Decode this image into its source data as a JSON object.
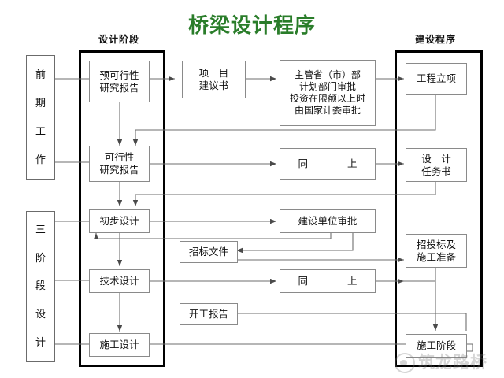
{
  "title": "桥梁设计程序",
  "columns": {
    "design_stage_header": "设计阶段",
    "construction_program_header": "建设程序"
  },
  "stage_labels": [
    {
      "name": "前期工作",
      "chars": [
        "前",
        "期",
        "工",
        "作"
      ]
    },
    {
      "name": "三阶段设计",
      "chars": [
        "三",
        "阶",
        "段",
        "设",
        "计"
      ]
    }
  ],
  "design_stage_boxes": [
    {
      "id": "pre-feasibility",
      "lines": [
        "预可行性",
        "研究报告"
      ]
    },
    {
      "id": "feasibility",
      "lines": [
        "可行性",
        "研究报告"
      ]
    },
    {
      "id": "preliminary-design",
      "lines": [
        "初步设计"
      ]
    },
    {
      "id": "technical-design",
      "lines": [
        "技术设计"
      ]
    },
    {
      "id": "construction-design",
      "lines": [
        "施工设计"
      ]
    }
  ],
  "middle_boxes": [
    {
      "id": "project-proposal",
      "lines": [
        "项　目",
        "建议书"
      ]
    },
    {
      "id": "authority-approval",
      "lines": [
        "主管省（市）部",
        "计划部门审批",
        "投资在限额以上时",
        "由国家计委审批"
      ]
    },
    {
      "id": "same-as-above-1",
      "lines": [
        "同　　　　上"
      ]
    },
    {
      "id": "owner-approval",
      "lines": [
        "建设单位审批"
      ]
    },
    {
      "id": "bidding-documents",
      "lines": [
        "招标文件"
      ]
    },
    {
      "id": "same-as-above-2",
      "lines": [
        "同　　　　上"
      ]
    },
    {
      "id": "start-work-report",
      "lines": [
        "开工报告"
      ]
    }
  ],
  "construction_boxes": [
    {
      "id": "project-initiation",
      "lines": [
        "工程立项"
      ]
    },
    {
      "id": "design-task-book",
      "lines": [
        "设　计",
        "任务书"
      ]
    },
    {
      "id": "bidding-and-preparation",
      "lines": [
        "招投标及",
        "施工准备"
      ]
    },
    {
      "id": "construction-phase",
      "lines": [
        "施工阶段"
      ]
    }
  ],
  "watermark": {
    "text": "筑龙路桥",
    "logo": "bird-logo-icon"
  },
  "colors": {
    "title_green": "#2a7d2a",
    "lane_border": "#000000",
    "box_border": "#8a8a8a",
    "wire": "#6e6e6e",
    "background": "#ffffff"
  }
}
